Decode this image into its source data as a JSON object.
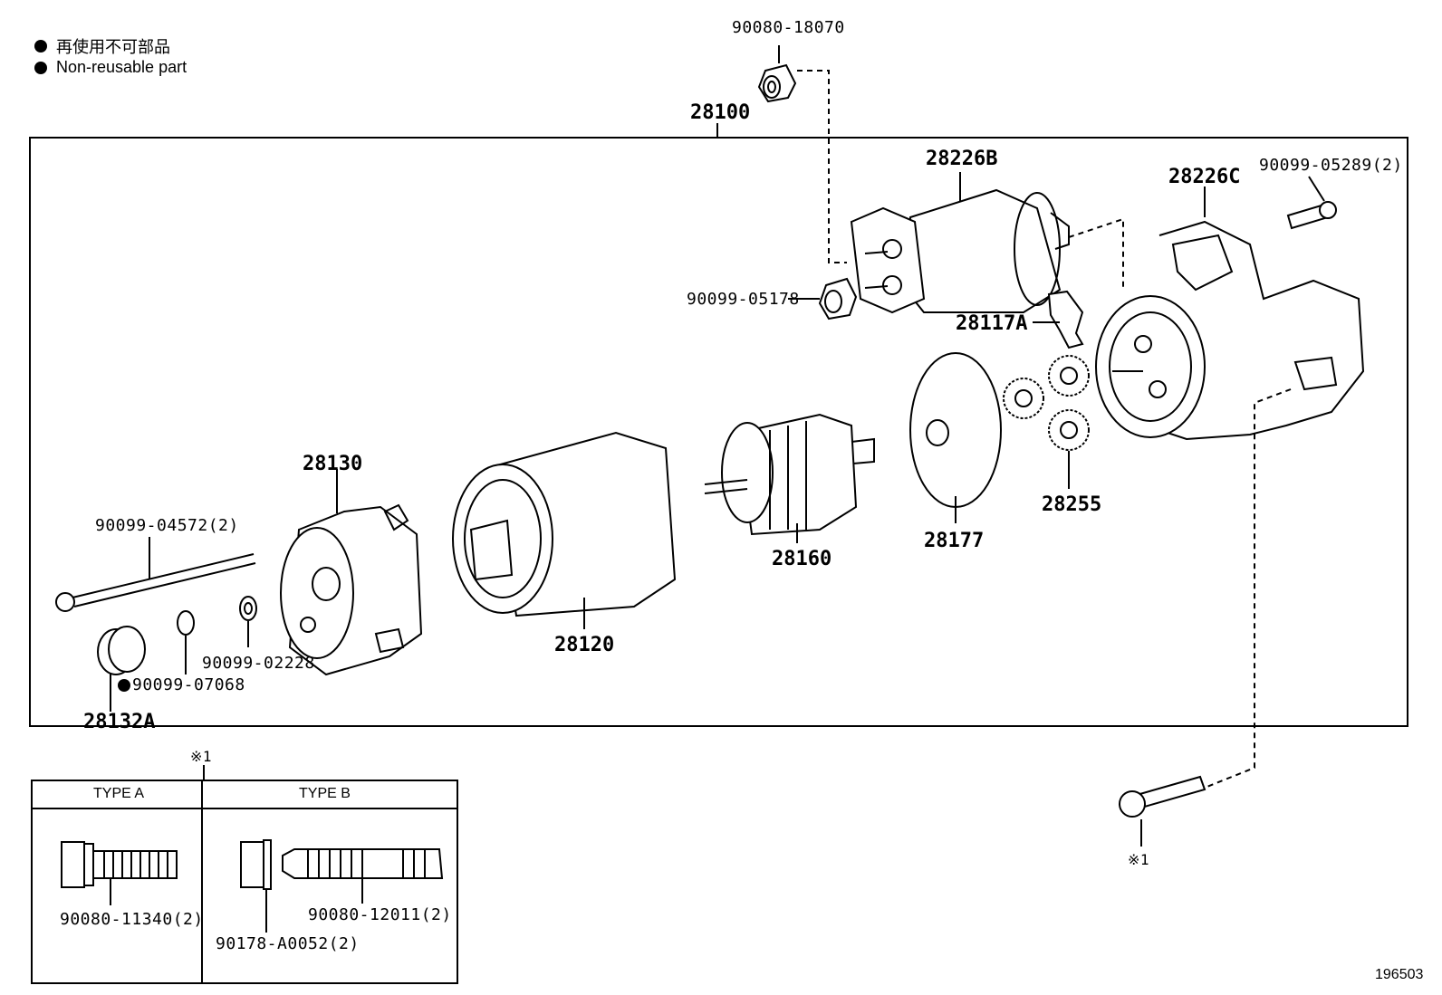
{
  "legend": {
    "jp": "再使用不可部品",
    "en": "Non-reusable part"
  },
  "assembly_label": "28100",
  "parts": {
    "p90080_18070": "90080-18070",
    "p28226B": "28226B",
    "p28226C": "28226C",
    "p90099_05289": "90099-05289(2)",
    "p90099_05178": "90099-05178",
    "p28117A": "28117A",
    "p28130": "28130",
    "p90099_04572": "90099-04572(2)",
    "p28255": "28255",
    "p28177": "28177",
    "p28160": "28160",
    "p28120": "28120",
    "p90099_02228": "90099-02228",
    "p90099_07068": "90099-07068",
    "p28132A": "28132A"
  },
  "note_mark": "※1",
  "bolt_mark": "※1",
  "types": {
    "type_a": "TYPE A",
    "type_b": "TYPE B",
    "p90080_11340": "90080-11340(2)",
    "p90080_12011": "90080-12011(2)",
    "p90178_A0052": "90178-A0052(2)"
  },
  "figure_id": "196503"
}
